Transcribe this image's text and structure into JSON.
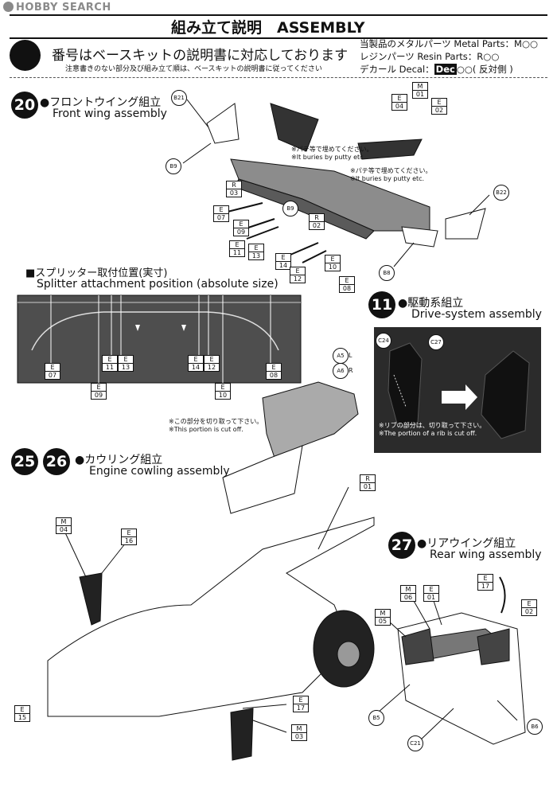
{
  "watermark": "HOBBY SEARCH",
  "header": {
    "title": "組み立て説明　ASSEMBLY"
  },
  "intro": {
    "line1": "番号はベースキットの説明書に対応しております",
    "line2": "注意書きのない部分及び組み立て順は、ベースキットの説明書に従ってください"
  },
  "parts_legend": {
    "metal": "当製品のメタルパーツ Metal Parts：M○○",
    "resin": "レジンパーツ Resin Parts：R○○",
    "decal_prefix": "デカール Decal：",
    "decal_box": "Dec",
    "decal_suffix": "○○( 反対側 )"
  },
  "step20": {
    "num": "20",
    "jp": "●フロントウイング組立",
    "en": "Front wing assembly"
  },
  "step11": {
    "num": "11",
    "jp": "●駆動系組立",
    "en": "Drive-system assembly"
  },
  "step25": {
    "num": "25",
    "num2": "26",
    "jp": "●カウリング組立",
    "en": "Engine cowling assembly"
  },
  "step27": {
    "num": "27",
    "jp": "●リアウイング組立",
    "en": "Rear wing assembly"
  },
  "splitter": {
    "jp": "■スプリッター取付位置(実寸)",
    "en": "Splitter attachment position (absolute size)"
  },
  "notes": {
    "putty_jp": "※パテ等で埋めてください。",
    "putty_en": "※It buries by putty etc.",
    "cut_jp": "※この部分を切り取って下さい。",
    "cut_en": "※This portion is cut off.",
    "rib_jp": "※リブの部分は、切り取って下さい。",
    "rib_en": "※The portion of a rib is cut off."
  },
  "labels": {
    "E": "E",
    "M": "M",
    "R": "R",
    "n01": "01",
    "n02": "02",
    "n03": "03",
    "n04": "04",
    "n05": "05",
    "n06": "06",
    "n07": "07",
    "n08": "08",
    "n09": "09",
    "n10": "10",
    "n11": "11",
    "n12": "12",
    "n13": "13",
    "n14": "14",
    "n15": "15",
    "n16": "16",
    "n17": "17",
    "B21": "B21",
    "B9": "B9",
    "B22": "B22",
    "B8": "B8",
    "B5": "B5",
    "B6": "B6",
    "C21": "C21",
    "C24": "C24",
    "C27": "C27",
    "A5": "A5",
    "A6": "A6",
    "L": "L",
    "Rside": "R"
  }
}
